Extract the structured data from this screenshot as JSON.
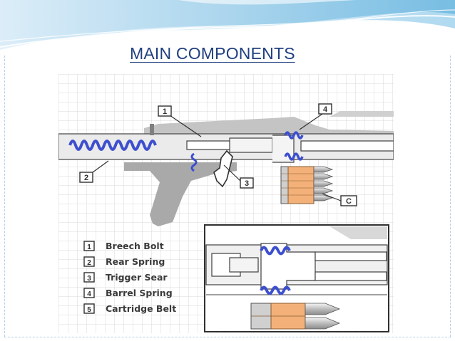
{
  "slide": {
    "title": "MAIN COMPONENTS"
  },
  "diagram": {
    "callouts": [
      "1",
      "2",
      "3",
      "4",
      "C"
    ],
    "legend": [
      {
        "number": "1",
        "label": "Breech Bolt"
      },
      {
        "number": "2",
        "label": "Rear Spring"
      },
      {
        "number": "3",
        "label": "Trigger Sear"
      },
      {
        "number": "4",
        "label": "Barrel Spring"
      },
      {
        "number": "5",
        "label": "Cartridge Belt"
      }
    ],
    "colors": {
      "spring": "#3d4fcf",
      "cartridge_case": "#f3b179",
      "bullet": "#d9d9d9",
      "body": "#a9a9a9",
      "grid": "#dcdcdc",
      "title": "#1f3f7f"
    }
  }
}
